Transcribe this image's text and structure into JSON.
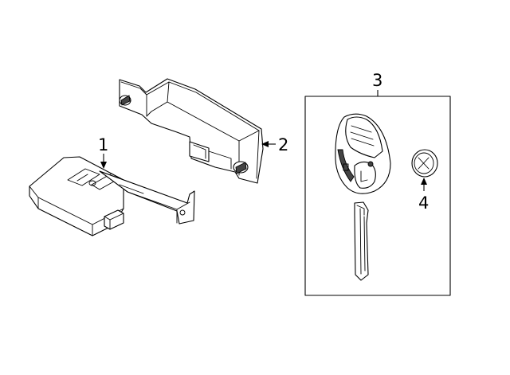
{
  "callouts": [
    {
      "id": "1",
      "label": "1"
    },
    {
      "id": "2",
      "label": "2"
    },
    {
      "id": "3",
      "label": "3"
    },
    {
      "id": "4",
      "label": "4"
    }
  ],
  "parts": [
    {
      "callout": "1",
      "icon": "receiver-module-with-bracket"
    },
    {
      "callout": "2",
      "icon": "antenna-mounting-bracket"
    },
    {
      "callout": "3",
      "icon": "remote-key-fob-kit"
    },
    {
      "callout": "4",
      "icon": "coin-battery"
    }
  ]
}
